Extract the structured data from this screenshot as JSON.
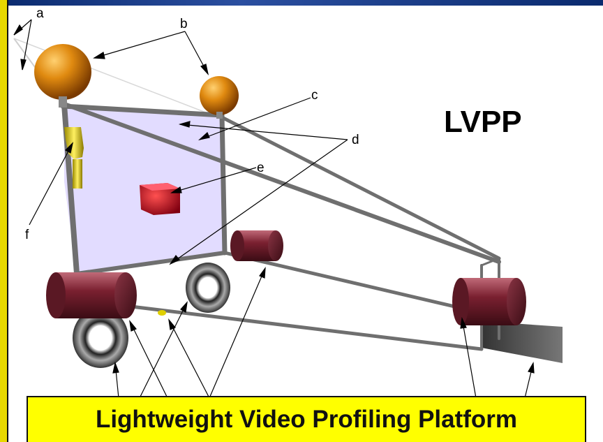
{
  "heading": "LVPP",
  "banner": "Lightweight Video Profiling Platform",
  "labels": {
    "a": "a",
    "b": "b",
    "c": "c",
    "d": "d",
    "e": "e",
    "f": "f"
  },
  "colors": {
    "frame_accent": "#e8d800",
    "banner_bg": "#ffff00",
    "sphere": "#e08a10",
    "cube": "#c0101a",
    "cylinder": "#6e1e2a",
    "panel": "#d8d0ff",
    "marker": "#e0d000"
  }
}
